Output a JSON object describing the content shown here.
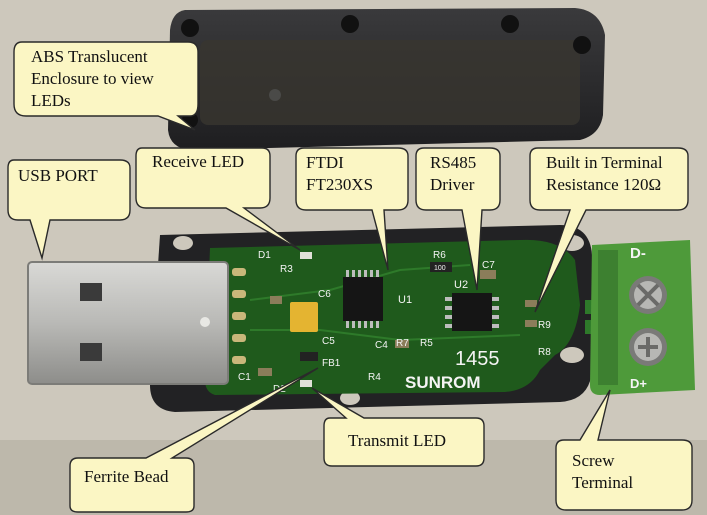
{
  "callouts": {
    "enclosure": {
      "line1": "ABS Translucent",
      "line2": "Enclosure to view",
      "line3": "LEDs"
    },
    "usb_port": {
      "line1": "USB PORT"
    },
    "receive_led": {
      "line1": "Receive LED"
    },
    "ftdi": {
      "line1": "FTDI",
      "line2": "FT230XS"
    },
    "rs485": {
      "line1": "RS485",
      "line2": "Driver"
    },
    "terminal_resistance": {
      "line1": "Built in Terminal",
      "line2": "Resistance 120Ω"
    },
    "ferrite_bead": {
      "line1": "Ferrite Bead"
    },
    "transmit_led": {
      "line1": "Transmit LED"
    },
    "screw_terminal": {
      "line1": "Screw",
      "line2": "Terminal"
    }
  },
  "pcb_labels": {
    "brand": "SUNROM",
    "model": "1455",
    "d_minus": "D-",
    "d_plus": "D+",
    "u1": "U1",
    "u2": "U2",
    "d1": "D1",
    "d2": "D2",
    "r3": "R3",
    "r4": "R4",
    "r5": "R5",
    "r6": "R6",
    "r7": "R7",
    "r8": "R8",
    "r9": "R9",
    "c1": "C1",
    "c4": "C4",
    "c5": "C5",
    "c6": "C6",
    "c7": "C7",
    "fb1": "FB1",
    "r6_value": "100"
  },
  "colors": {
    "background": "#cdc8bc",
    "callout_fill": "#fbf6c4",
    "pcb_green": "#1f5a1c",
    "enclosure": "#2c2c2e",
    "terminal_green": "#4e9a3a"
  }
}
